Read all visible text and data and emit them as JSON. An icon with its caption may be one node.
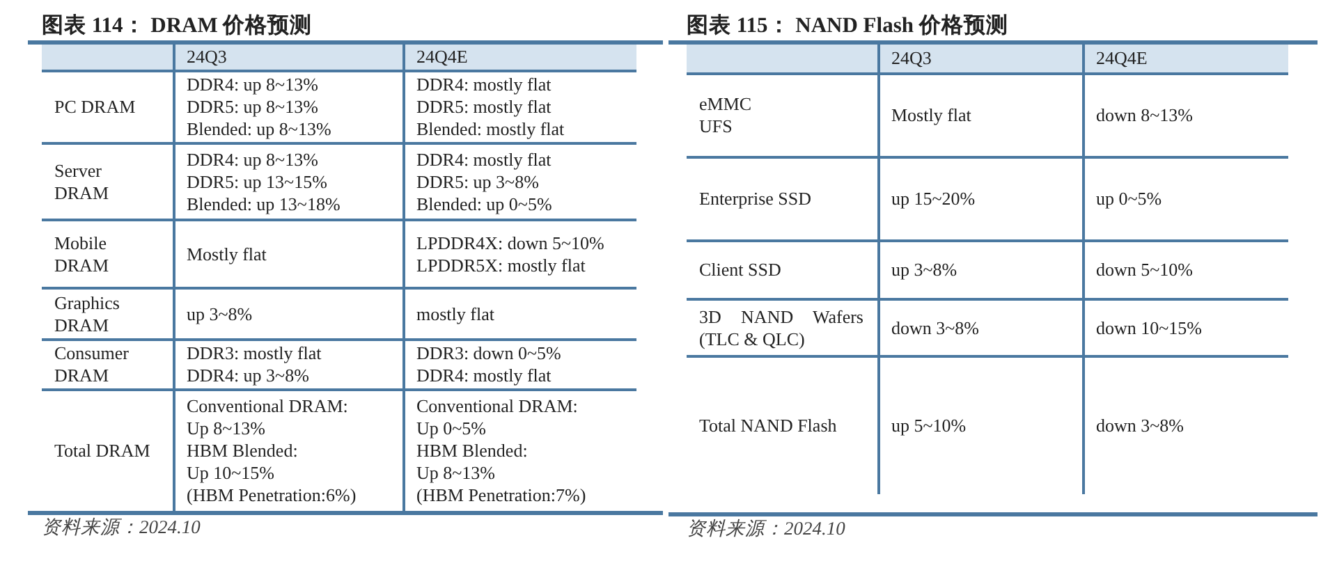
{
  "diagram": {
    "labels": [
      "图表 114： DRAM 价格预测",
      "24Q3",
      "24Q4E",
      "PC DRAM",
      "DDR4: up 8~13%",
      "DDR5: up 8~13%",
      "Blended: up 8~13%",
      "DDR4: mostly flat",
      "DDR5: mostly flat",
      "Blended: mostly flat",
      "Server DRAM",
      "DDR4: up 8~13%",
      "DDR5: up 13~15%",
      "Blended: up 13~18%",
      "DDR4: mostly flat",
      "DDR5: up 3~8%",
      "Blended: up 0~5%",
      "Mobile DRAM",
      "Mostly flat",
      "LPDDR4X: down 5~10%",
      "LPDDR5X: mostly flat",
      "Graphics DRAM",
      "up 3~8%",
      "mostly flat",
      "Consumer DRAM",
      "DDR3: mostly flat",
      "DDR4: up 3~8%",
      "DDR3: down 0~5%",
      "DDR4: mostly flat",
      "Total DRAM",
      "Conventional DRAM:",
      "Up 8~13%",
      "HBM Blended:",
      "Up 10~15%",
      "(HBM Penetration:6%)",
      "Conventional DRAM:",
      "Up 0~5%",
      "HBM Blended:",
      "Up 8~13%",
      "(HBM Penetration:7%)",
      "资料来源：2024.10",
      "图表 115： NAND Flash 价格预测",
      "24Q3",
      "24Q4E",
      "eMMC",
      "UFS",
      "Mostly flat",
      "down 8~13%",
      "Enterprise SSD",
      "up 15~20%",
      "up 0~5%",
      "Client SSD",
      "up 3~8%",
      "down 5~10%",
      "3D NAND Wafers (TLC & QLC)",
      "down 3~8%",
      "down 10~15%",
      "Total NAND Flash",
      "up 5~10%",
      "down 3~8%",
      "资料来源：2024.10"
    ]
  }
}
